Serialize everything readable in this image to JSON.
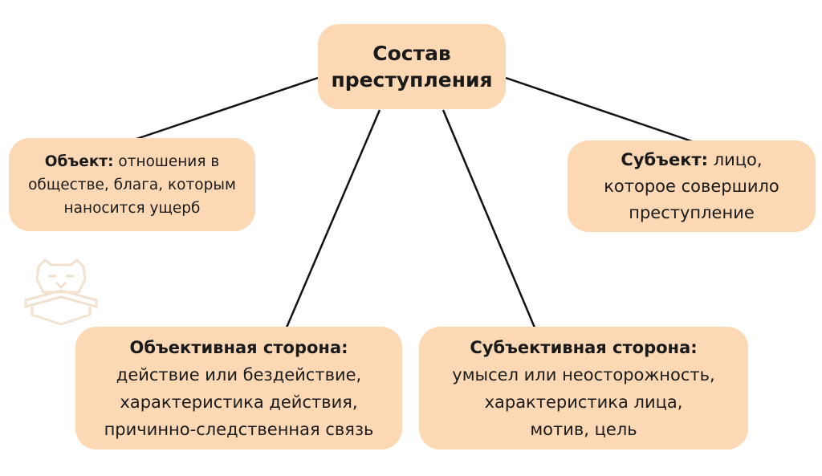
{
  "root": {
    "line1": "Состав",
    "line2": "преступления"
  },
  "object_node": {
    "title": "Объект:",
    "line1_rest": " отношения в",
    "line2": "обществе, блага, которым",
    "line3": "наносится ущерб"
  },
  "subject_node": {
    "title": "Субъект:",
    "line1_rest": " лицо,",
    "line2": "которое совершило",
    "line3": "преступление"
  },
  "objective_side": {
    "title": "Объективная сторона:",
    "line1": "действие или бездействие,",
    "line2": "характеристика действия,",
    "line3": "причинно-следственная связь"
  },
  "subjective_side": {
    "title": "Субъективная сторона:",
    "line1": "умысел или неосторожность,",
    "line2": "характеристика лица,",
    "line3": "мотив, цель"
  },
  "colors": {
    "node_fill": "#fcd9b4",
    "line": "#111111",
    "watermark": "#f3e1cf"
  },
  "watermark_icon": "bear-logo-icon"
}
